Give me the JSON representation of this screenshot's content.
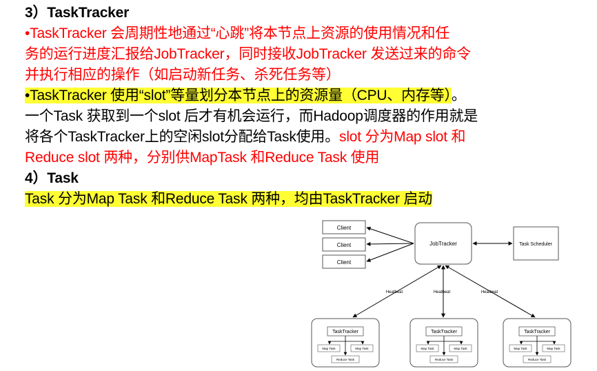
{
  "sections": {
    "tasktracker": {
      "heading": "3）TaskTracker",
      "p1_lines": [
        "•TaskTracker 会周期性地通过“心跳”将本节点上资源的使用情况和任",
        "务的运行进度汇报给JobTracker，同时接收JobTracker 发送过来的命令",
        "并执行相应的操作（如启动新任务、杀死任务等）"
      ],
      "p2_line1_highlight": "•TaskTracker 使用“slot”等量划分本节点上的资源量（CPU、内存等）",
      "p2_line1_end": "。",
      "p2_line2": "一个Task 获取到一个slot 后才有机会运行，而Hadoop调度器的作用就是",
      "p2_line3_black": "将各个TaskTracker上的空闲slot分配给Task使用。",
      "p2_line3_red": "slot 分为Map slot 和",
      "p2_line4_red": "Reduce slot 两种，分别供MapTask 和Reduce Task 使用"
    },
    "task": {
      "heading": "4）Task",
      "line": "Task 分为Map Task 和Reduce Task 两种，均由TaskTracker 启动"
    }
  },
  "diagram": {
    "clients": [
      "Client",
      "Client",
      "Client"
    ],
    "jobtracker": "JobTracker",
    "scheduler": "Task Scheduler",
    "heartbeat_labels": [
      "Heatbeat",
      "Heatbeat",
      "Heatbeat"
    ],
    "tasktracker": "TaskTracker",
    "map_task": "Map Task",
    "reduce_task": "Reduce Task"
  }
}
